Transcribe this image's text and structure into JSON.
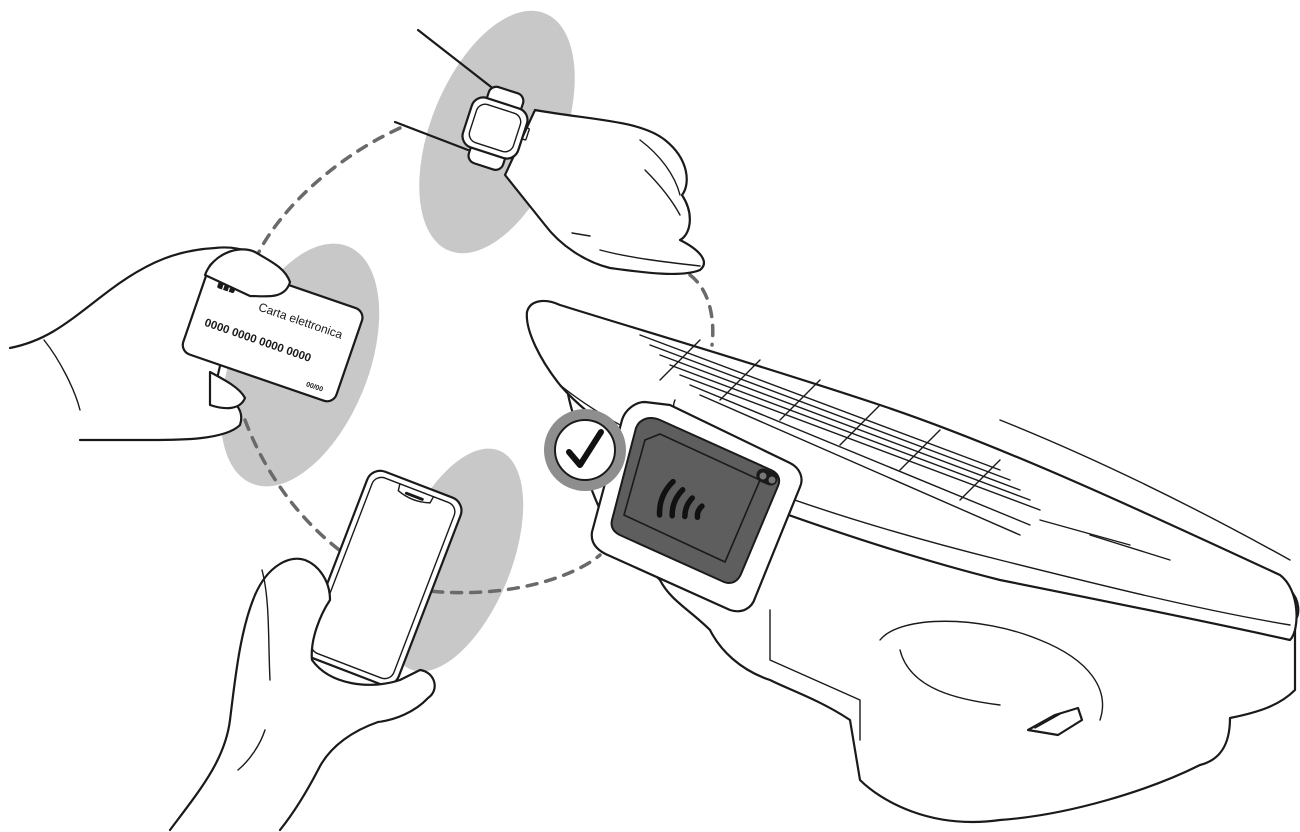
{
  "illustration": {
    "card": {
      "label": "Carta elettronica",
      "number": "0000 0000 0000 0000",
      "expiry": "00/00"
    },
    "status_icon": "check-mark-icon",
    "reader_icon": "contactless-waves-icon",
    "colors": {
      "line": "#1a1a1a",
      "highlight": "#c8c8c8",
      "dashed_path": "#6a6a6a",
      "reader_screen": "#5e5e5e",
      "check_badge": "#8e8e8e"
    }
  }
}
